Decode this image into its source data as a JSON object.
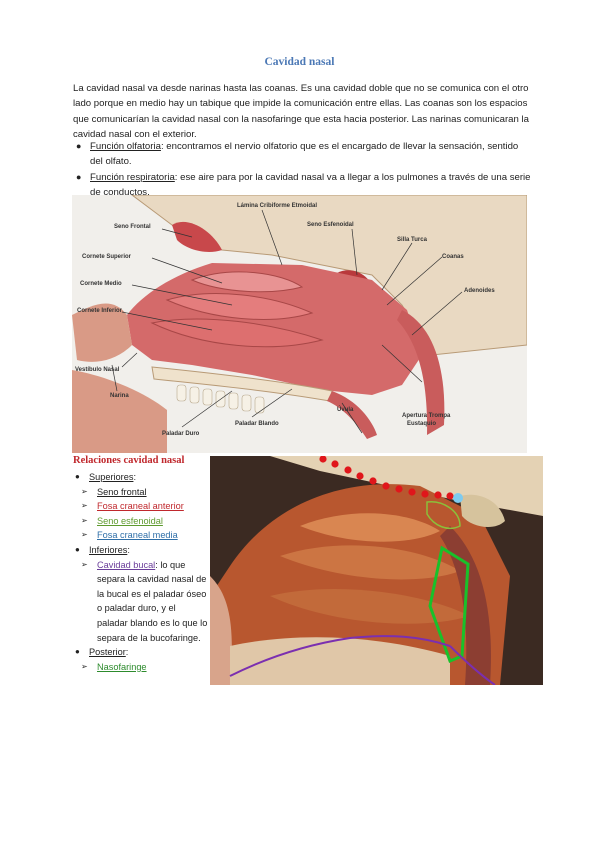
{
  "title": "Cavidad nasal",
  "intro": "La cavidad nasal va desde narinas hasta las coanas. Es una cavidad doble que no se comunica con el otro lado porque en medio hay un tabique que impide la comunicación entre ellas. Las coanas son los espacios que comunicarían la cavidad nasal con la nasofaringe que esta hacia posterior. Las narinas comunicaran la cavidad nasal con el exterior.",
  "bullets": [
    {
      "term": "Función olfatoria",
      "text": ": encontramos el nervio olfatorio que es el encargado de llevar la sensación, sentido del olfato."
    },
    {
      "term": "Función respiratoria",
      "text": ": ese aire para por la cavidad nasal va a llegar a los pulmones a través de una serie de conductos."
    }
  ],
  "figure1": {
    "labels": {
      "lamina": "Lámina Cribiforme Etmoidal",
      "seno_frontal": "Seno Frontal",
      "seno_esfenoidal": "Seno Esfenoidal",
      "silla_turca": "Silla Turca",
      "coanas": "Coanas",
      "cornete_superior": "Cornete Superior",
      "cornete_medio": "Cornete Medio",
      "cornete_inferior": "Cornete Inferior",
      "adenoides": "Adenoides",
      "vestibulo": "Vestíbulo Nasal",
      "narina": "Narina",
      "paladar_duro": "Paladar Duro",
      "paladar_blando": "Paladar Blando",
      "uvula": "Úvula",
      "apertura_1": "Apertura Trompa",
      "apertura_2": "Eustaquio"
    }
  },
  "relations": {
    "title": "Relaciones cavidad nasal",
    "superiores": "Superiores",
    "sup_items": [
      "Seno frontal",
      "Fosa craneal anterior",
      "Seno esfenoidal",
      "Fosa craneal media"
    ],
    "inferiores": "Inferiores",
    "inf_item": "Cavidad bucal",
    "inf_text": ": lo que separa la cavidad nasal de la bucal es el paladar óseo o paladar duro, y el paladar blando es lo que lo separa de la bucofaringe.",
    "posterior": "Posterior",
    "post_item": "Nasofaringe",
    "colon": ":"
  },
  "colors": {
    "title": "#4b78b5",
    "red": "#c0282d",
    "green": "#5e9a2e",
    "blue": "#2f6fa8",
    "purple": "#6a3d9a",
    "dark_green": "#2d8b2d"
  }
}
